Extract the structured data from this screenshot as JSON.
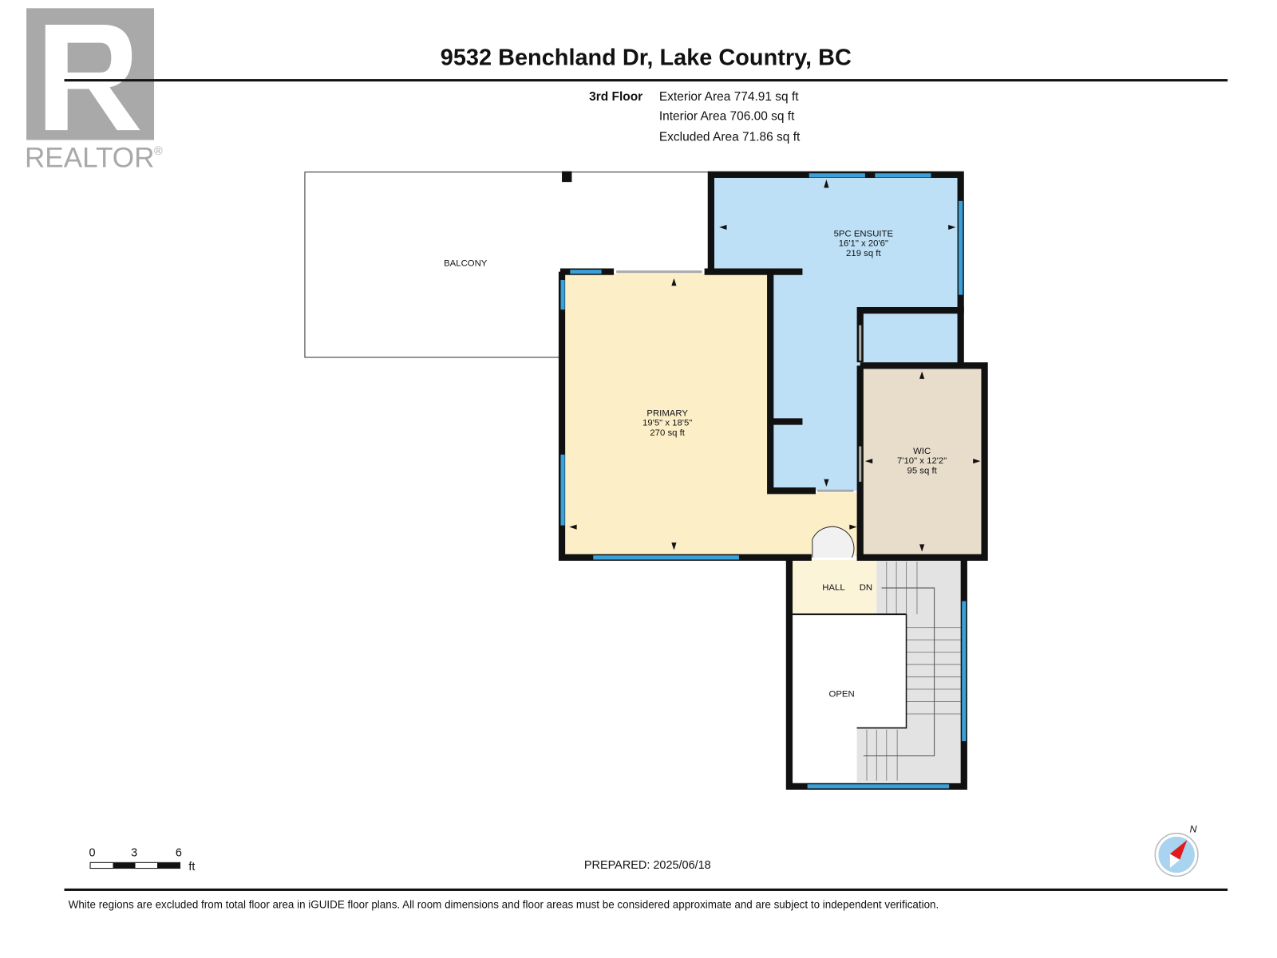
{
  "header": {
    "title": "9532 Benchland Dr, Lake Country, BC"
  },
  "logo": {
    "text": "REALTOR®"
  },
  "floor": {
    "name": "3rd Floor",
    "exterior_area": "Exterior Area 774.91 sq ft",
    "interior_area": "Interior Area 706.00 sq ft",
    "excluded_area": "Excluded Area 71.86 sq ft"
  },
  "rooms": {
    "balcony": {
      "name": "BALCONY"
    },
    "ensuite": {
      "name": "5PC ENSUITE",
      "dims": "16'1\" x 20'6\"",
      "area": "219 sq ft"
    },
    "primary": {
      "name": "PRIMARY",
      "dims": "19'5\" x 18'5\"",
      "area": "270 sq ft"
    },
    "wic": {
      "name": "WIC",
      "dims": "7'10\" x 12'2\"",
      "area": "95 sq ft"
    },
    "hall": {
      "name": "HALL"
    },
    "stairs": {
      "label": "DN"
    },
    "open": {
      "name": "OPEN"
    }
  },
  "colors": {
    "ensuite": "#bde0f7",
    "primary": "#fcefc8",
    "wic": "#e8ddcb",
    "hall": "#fcf4d8",
    "window": "#3aa0d8",
    "wall": "#111111"
  },
  "scale": {
    "ticks": [
      "0",
      "3",
      "6"
    ],
    "unit": "ft"
  },
  "compass": {
    "label": "N"
  },
  "prepared": "PREPARED: 2025/06/18",
  "disclaimer": "White regions are excluded from total floor area in iGUIDE floor plans. All room dimensions and floor areas must be considered approximate and are subject to independent verification."
}
